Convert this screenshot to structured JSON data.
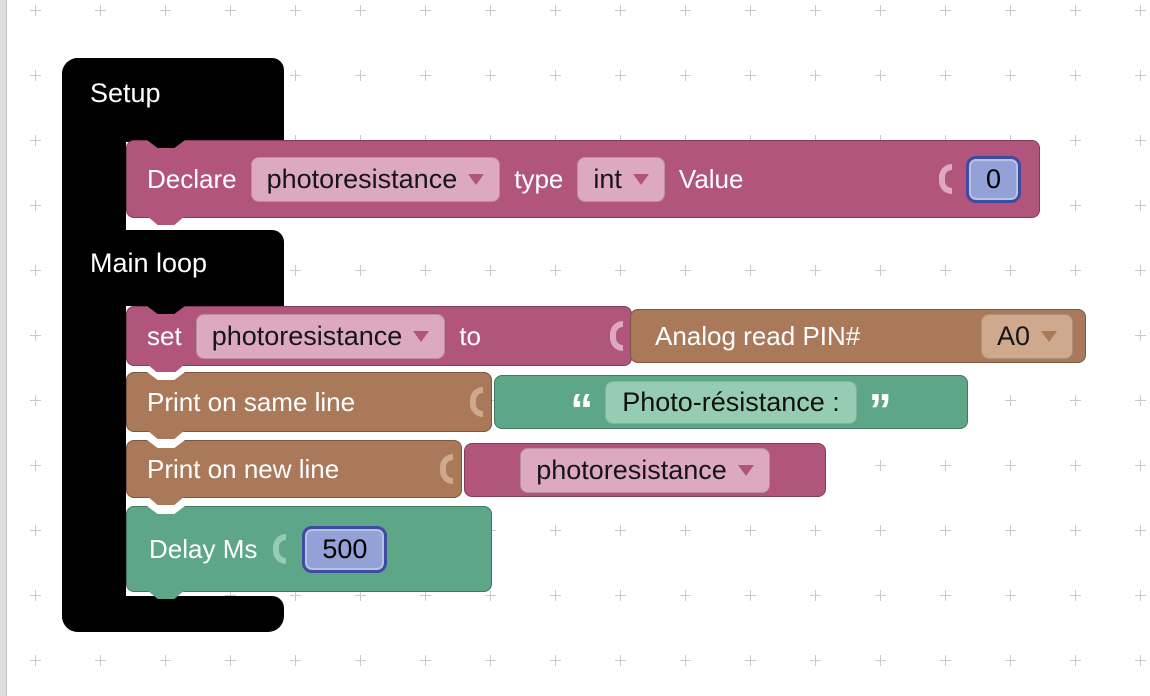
{
  "colors": {
    "pink": "#b2557d",
    "pink_light": "#dca8c2",
    "brown": "#a9795a",
    "brown_light": "#cfa98d",
    "green": "#5da687",
    "green_light": "#96ccb2",
    "navy": "#3e4b9e",
    "periwinkle": "#93a1d6",
    "black": "#000000",
    "grid": "#c9c9c9"
  },
  "containers": {
    "setup": {
      "label": "Setup"
    },
    "main_loop": {
      "label": "Main loop"
    }
  },
  "blocks": {
    "declare": {
      "keyword": "Declare",
      "variable": "photoresistance",
      "type_label": "type",
      "type_value": "int",
      "value_label": "Value",
      "value": "0"
    },
    "set_variable": {
      "keyword": "set",
      "variable": "photoresistance",
      "to_label": "to"
    },
    "analog_read": {
      "label": "Analog read PIN#",
      "pin": "A0"
    },
    "print_same_line": {
      "label": "Print on same line"
    },
    "text_string": {
      "open_quote": "“",
      "text": "Photo-résistance :",
      "close_quote": "”"
    },
    "print_new_line": {
      "label": "Print on new line"
    },
    "variable_get": {
      "variable": "photoresistance"
    },
    "delay": {
      "label": "Delay Ms",
      "value": "500"
    }
  }
}
